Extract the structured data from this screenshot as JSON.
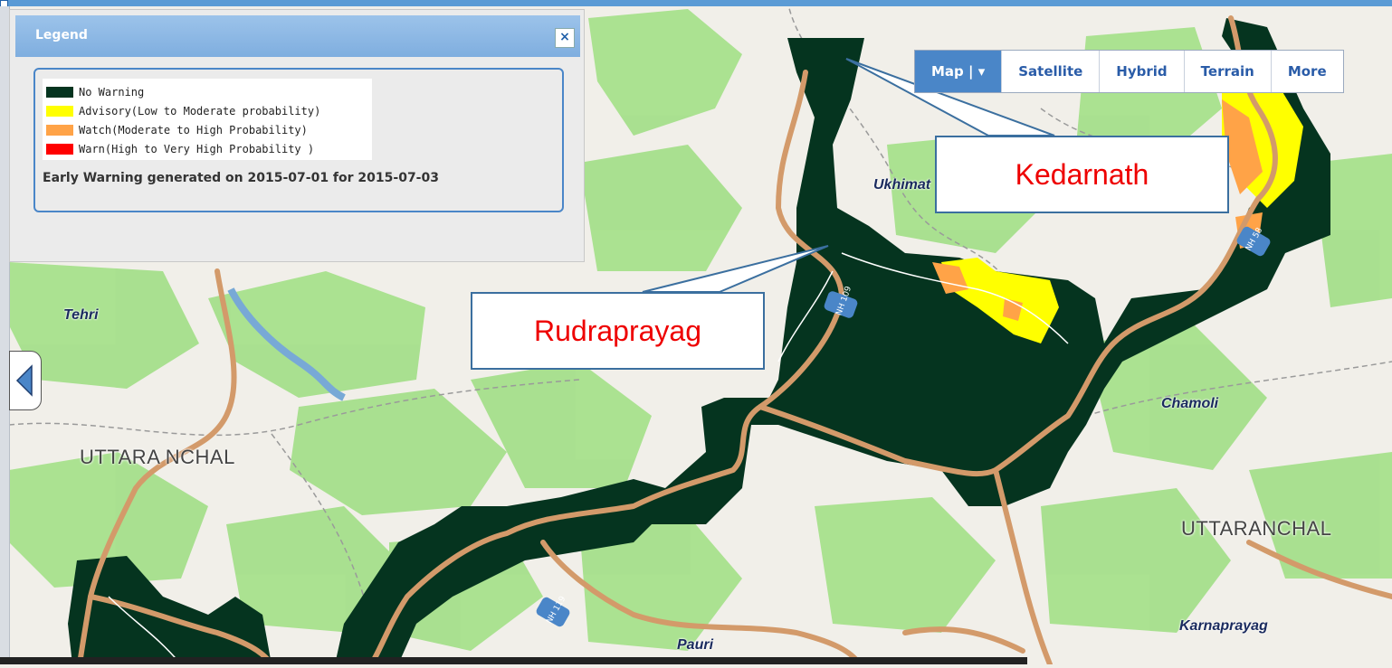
{
  "legend": {
    "title": "Legend",
    "close_label": "×",
    "items": [
      {
        "label": "No Warning",
        "color": "#05341f"
      },
      {
        "label": "Advisory(Low to Moderate probability)",
        "color": "#ffff00"
      },
      {
        "label": "Watch(Moderate to High Probability)",
        "color": "#ffa347"
      },
      {
        "label": "Warn(High to Very High Probability )",
        "color": "#ff0000"
      }
    ],
    "note": "Early Warning generated on 2015-07-01 for 2015-07-03"
  },
  "map_type": {
    "buttons": [
      "Map | ▾",
      "Satellite",
      "Hybrid",
      "Terrain",
      "More"
    ],
    "selected": "Map"
  },
  "callouts": {
    "kedarnath": "Kedarnath",
    "rudraprayag": "Rudraprayag"
  },
  "places": {
    "tehri": "Tehri",
    "ukhimath": "Ukhimat",
    "chamoli": "Chamoli",
    "karnaprayag": "Karnaprayag",
    "pauri": "Pauri"
  },
  "regions": {
    "west": "UTTARA NCHAL",
    "east": "UTTARANCHAL"
  },
  "highways": {
    "nh109": "NH 109",
    "nh58": "NH 58",
    "nh119": "NH 119"
  },
  "colors": {
    "no_warning": "#05341f",
    "advisory": "#ffff00",
    "watch": "#ffa347",
    "warn": "#ff0000",
    "forest": "#a6e08c",
    "road": "#d39a6a",
    "river": "#78a9d6"
  }
}
